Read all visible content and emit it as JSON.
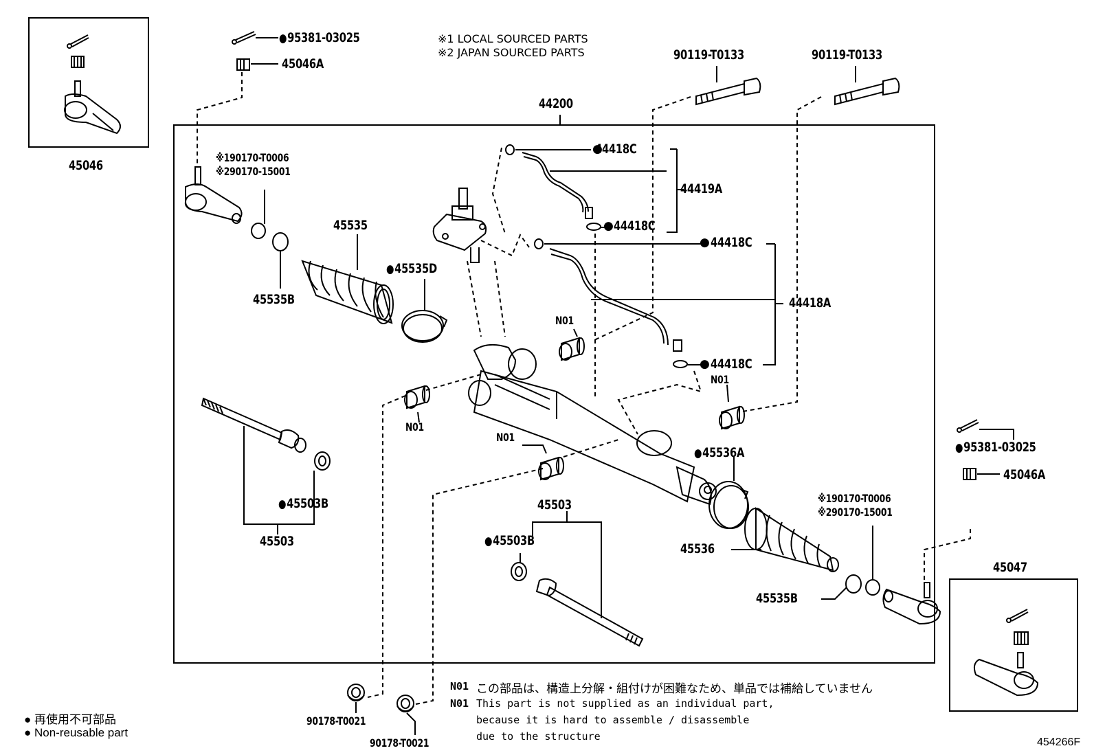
{
  "notes": {
    "local": "※1 LOCAL SOURCED PARTS",
    "japan": "※2 JAPAN SOURCED PARTS"
  },
  "parts": {
    "p44200": "44200",
    "p45046": "45046",
    "p45047": "45047",
    "p95381_a": "95381-03025",
    "p95381_b": "95381-03025",
    "p45046A_a": "45046A",
    "p45046A_b": "45046A",
    "p90119_a": "90119-T0133",
    "p90119_b": "90119-T0133",
    "p190170_a": "※190170-T0006",
    "p290170_a": "※290170-15001",
    "p190170_b": "※190170-T0006",
    "p290170_b": "※290170-15001",
    "p45535": "45535",
    "p45535B_a": "45535B",
    "p45535B_b": "45535B",
    "p45535D": "45535D",
    "p44418C_1": "44418C",
    "p44418C_2": "44418C",
    "p44418C_3": "44418C",
    "p44418C_4": "44418C",
    "p44419A": "44419A",
    "p44418A": "44418A",
    "n01_1": "N01",
    "n01_2": "N01",
    "n01_3": "N01",
    "n01_4": "N01",
    "p45536A": "45536A",
    "p45536": "45536",
    "p45503_a": "45503",
    "p45503_b": "45503",
    "p45503B_a": "45503B",
    "p45503B_b": "45503B",
    "p90178_a": "90178-T0021",
    "p90178_b": "90178-T0021"
  },
  "footnote": {
    "code_jp": "N01",
    "text_jp": "この部品は、構造上分解・組付けが困難なため、単品では補給していません",
    "code_en": "N01",
    "line1": "This part is not supplied as an individual part,",
    "line2": "because it is hard to assemble / disassemble",
    "line3": "due to the structure"
  },
  "legend": {
    "jp": "● 再使用不可部品",
    "en": "● Non-reusable part"
  },
  "figure_id": "454266F"
}
